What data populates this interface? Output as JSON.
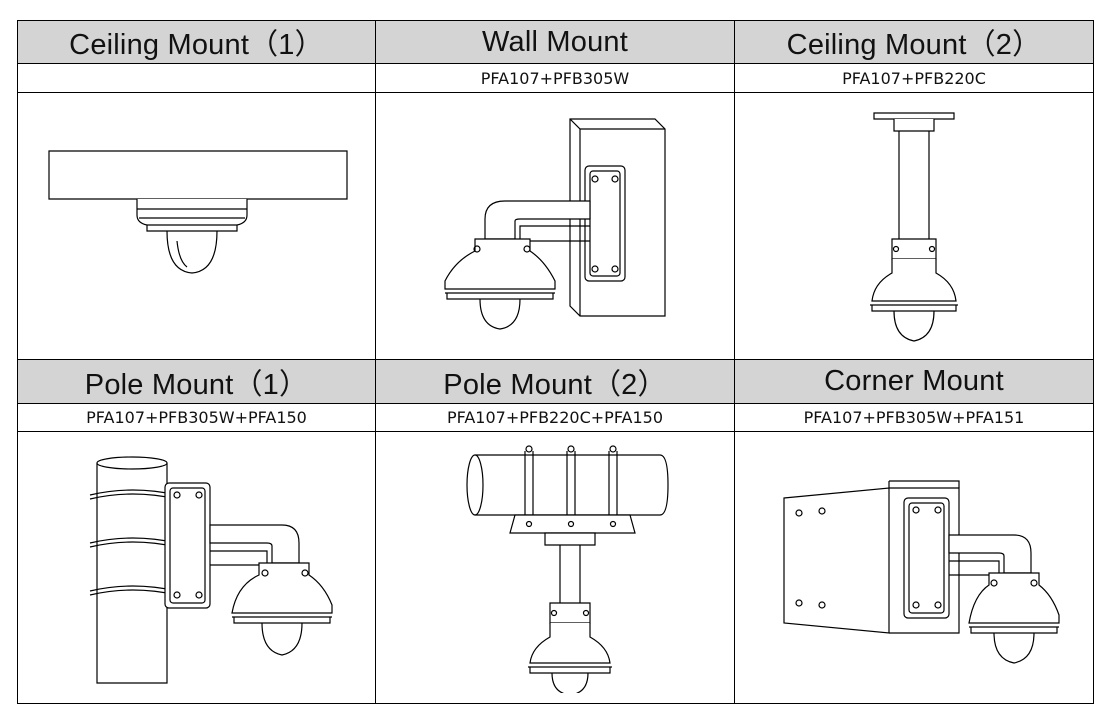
{
  "rows": [
    {
      "cells": [
        {
          "title": "Ceiling Mount（1）",
          "model": "",
          "illustration": "ceiling-mount-1-drawing"
        },
        {
          "title": "Wall Mount",
          "model": "PFA107+PFB305W",
          "illustration": "wall-mount-drawing"
        },
        {
          "title": "Ceiling Mount（2）",
          "model": "PFA107+PFB220C",
          "illustration": "ceiling-mount-2-drawing"
        }
      ]
    },
    {
      "cells": [
        {
          "title": "Pole Mount（1）",
          "model": "PFA107+PFB305W+PFA150",
          "illustration": "pole-mount-1-drawing"
        },
        {
          "title": "Pole Mount（2）",
          "model": "PFA107+PFB220C+PFA150",
          "illustration": "pole-mount-2-drawing"
        },
        {
          "title": "Corner Mount",
          "model": "PFA107+PFB305W+PFA151",
          "illustration": "corner-mount-drawing"
        }
      ]
    }
  ]
}
